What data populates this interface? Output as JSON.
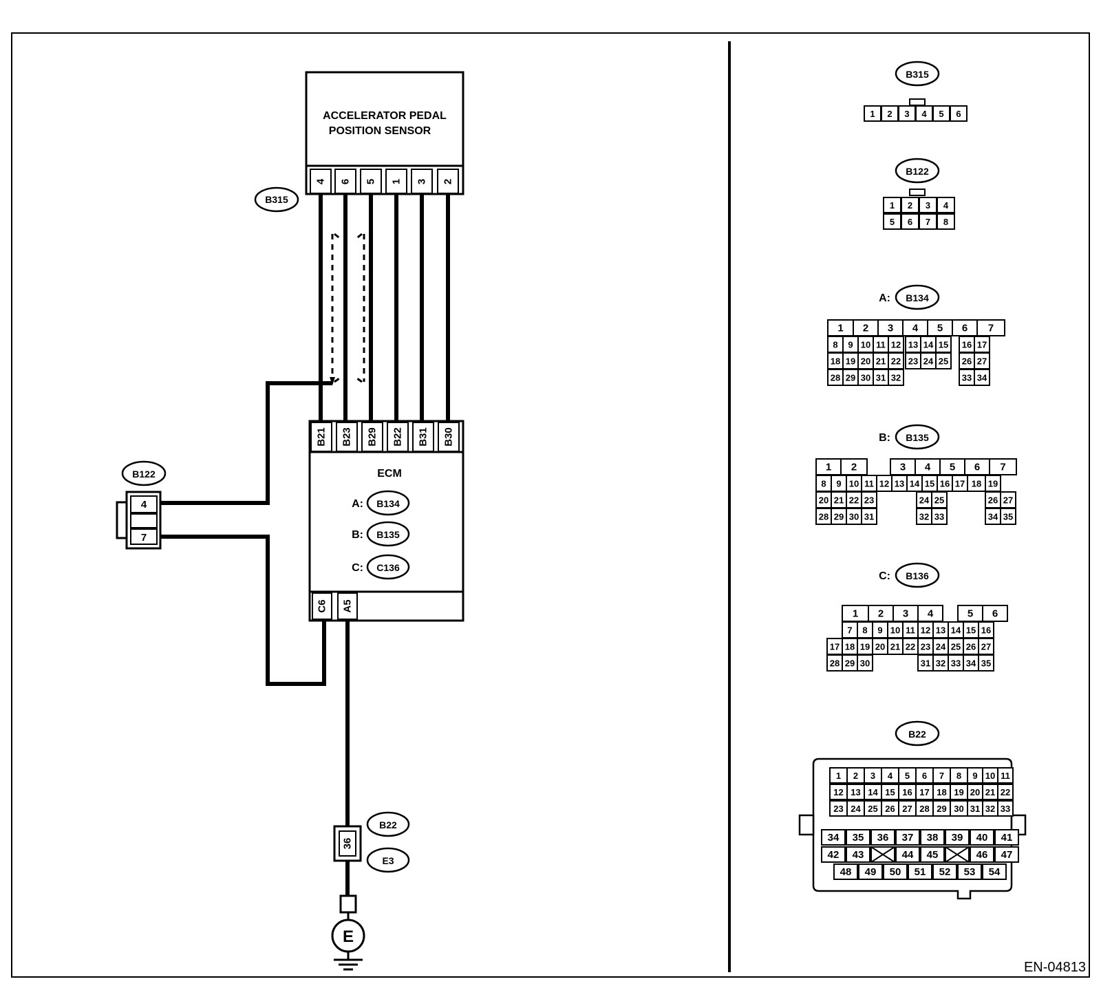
{
  "sensor": {
    "title_line1": "ACCELERATOR PEDAL",
    "title_line2": "POSITION SENSOR",
    "connector": "B315",
    "pins": [
      "4",
      "6",
      "5",
      "1",
      "3",
      "2"
    ]
  },
  "ecm": {
    "title": "ECM",
    "top_pins": [
      "B21",
      "B23",
      "B29",
      "B22",
      "B31",
      "B30"
    ],
    "bottom_pins": [
      "C6",
      "A5"
    ],
    "connectors": [
      {
        "prefix": "A:",
        "id": "B134"
      },
      {
        "prefix": "B:",
        "id": "B135"
      },
      {
        "prefix": "C:",
        "id": "C136"
      }
    ]
  },
  "joint_connector": {
    "id": "B122",
    "pins": [
      "4",
      "7"
    ]
  },
  "ground_connector": {
    "ids": [
      "B22",
      "E3"
    ],
    "pin": "36",
    "ground_label": "E"
  },
  "connector_views": [
    {
      "id": "B315",
      "prefix": "",
      "rows": [
        [
          "1",
          "2",
          "3",
          "4",
          "5",
          "6"
        ]
      ]
    },
    {
      "id": "B122",
      "prefix": "",
      "rows": [
        [
          "1",
          "2",
          "3",
          "4"
        ],
        [
          "5",
          "6",
          "7",
          "8"
        ]
      ]
    },
    {
      "id": "B134",
      "prefix": "A:",
      "rows": [
        [
          "1",
          "2",
          "3",
          "4",
          "5",
          "6",
          "7"
        ],
        [
          "8",
          "9",
          "10",
          "11",
          "12",
          "13",
          "14",
          "15",
          "16",
          "17"
        ],
        [
          "18",
          "19",
          "20",
          "21",
          "22",
          "23",
          "24",
          "25",
          "26",
          "27"
        ],
        [
          "28",
          "29",
          "30",
          "31",
          "32",
          "33",
          "34"
        ]
      ]
    },
    {
      "id": "B135",
      "prefix": "B:",
      "rows": [
        [
          "1",
          "2",
          "3",
          "4",
          "5",
          "6",
          "7"
        ],
        [
          "8",
          "9",
          "10",
          "11",
          "12",
          "13",
          "14",
          "15",
          "16",
          "17",
          "18",
          "19"
        ],
        [
          "20",
          "21",
          "22",
          "23",
          "24",
          "25",
          "26",
          "27"
        ],
        [
          "28",
          "29",
          "30",
          "31",
          "32",
          "33",
          "34",
          "35"
        ]
      ]
    },
    {
      "id": "B136",
      "prefix": "C:",
      "rows": [
        [
          "1",
          "2",
          "3",
          "4",
          "5",
          "6"
        ],
        [
          "7",
          "8",
          "9",
          "10",
          "11",
          "12",
          "13",
          "14",
          "15",
          "16"
        ],
        [
          "17",
          "18",
          "19",
          "20",
          "21",
          "22",
          "23",
          "24",
          "25",
          "26",
          "27"
        ],
        [
          "28",
          "29",
          "30",
          "31",
          "32",
          "33",
          "34",
          "35"
        ]
      ]
    },
    {
      "id": "B22",
      "prefix": "",
      "rows": [
        [
          "1",
          "2",
          "3",
          "4",
          "5",
          "6",
          "7",
          "8",
          "9",
          "10",
          "11"
        ],
        [
          "12",
          "13",
          "14",
          "15",
          "16",
          "17",
          "18",
          "19",
          "20",
          "21",
          "22"
        ],
        [
          "23",
          "24",
          "25",
          "26",
          "27",
          "28",
          "29",
          "30",
          "31",
          "32",
          "33"
        ],
        [
          "34",
          "35",
          "36",
          "37",
          "38",
          "39",
          "40",
          "41"
        ],
        [
          "42",
          "43",
          "44",
          "45",
          "46",
          "47"
        ],
        [
          "48",
          "49",
          "50",
          "51",
          "52",
          "53",
          "54"
        ]
      ]
    }
  ],
  "figure_id": "EN-04813"
}
